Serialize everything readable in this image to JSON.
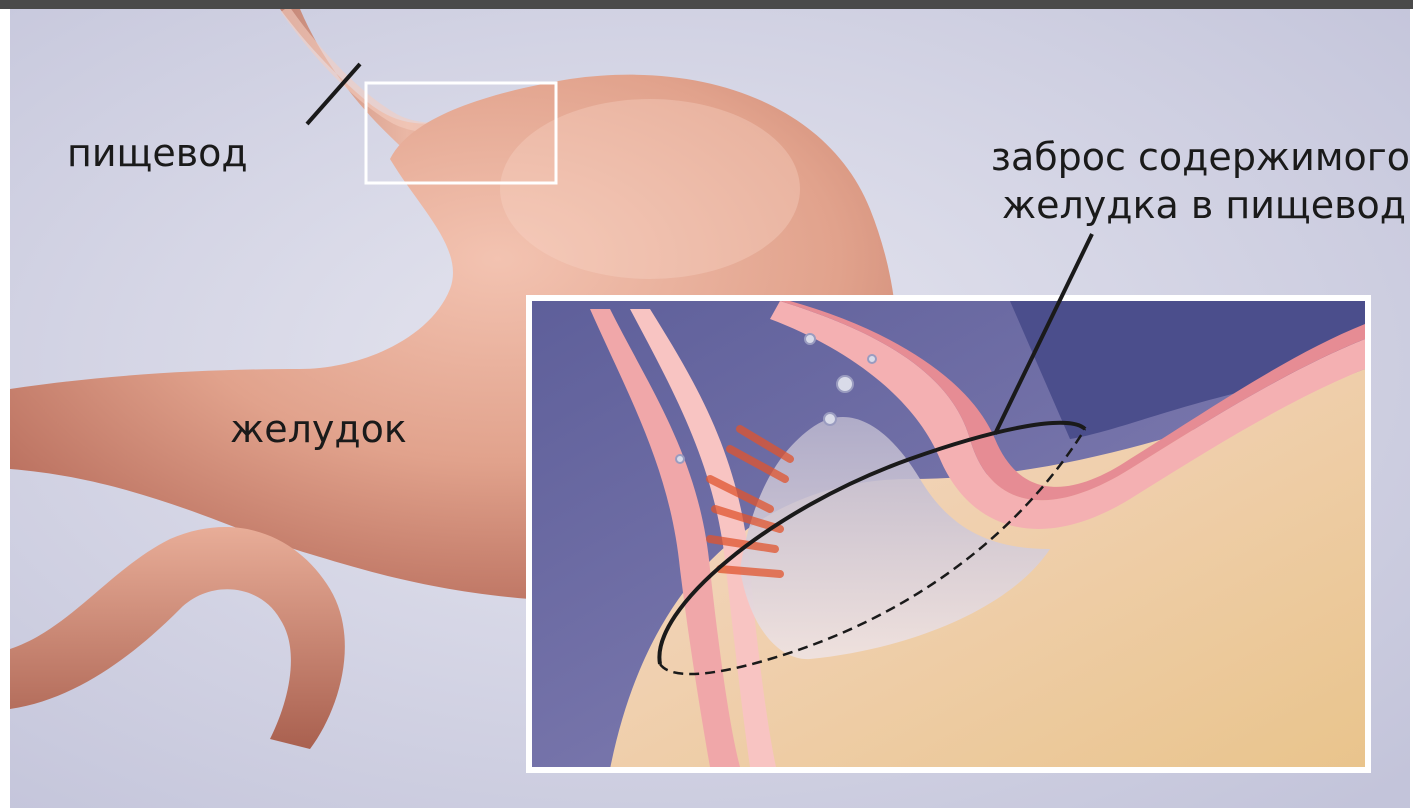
{
  "labels": {
    "esophagus": "пищевод",
    "stomach": "желудок",
    "reflux_line1": "заброс содержимого",
    "reflux_line2": "желудка в пищевод"
  },
  "colors": {
    "background": "#cfd0e2",
    "stomach": "#e3a591",
    "stomach_shadow": "#b9705f",
    "inset_border": "#ffffff",
    "mucosa": "#f2a6a6",
    "acid": "#d9cfd9"
  }
}
